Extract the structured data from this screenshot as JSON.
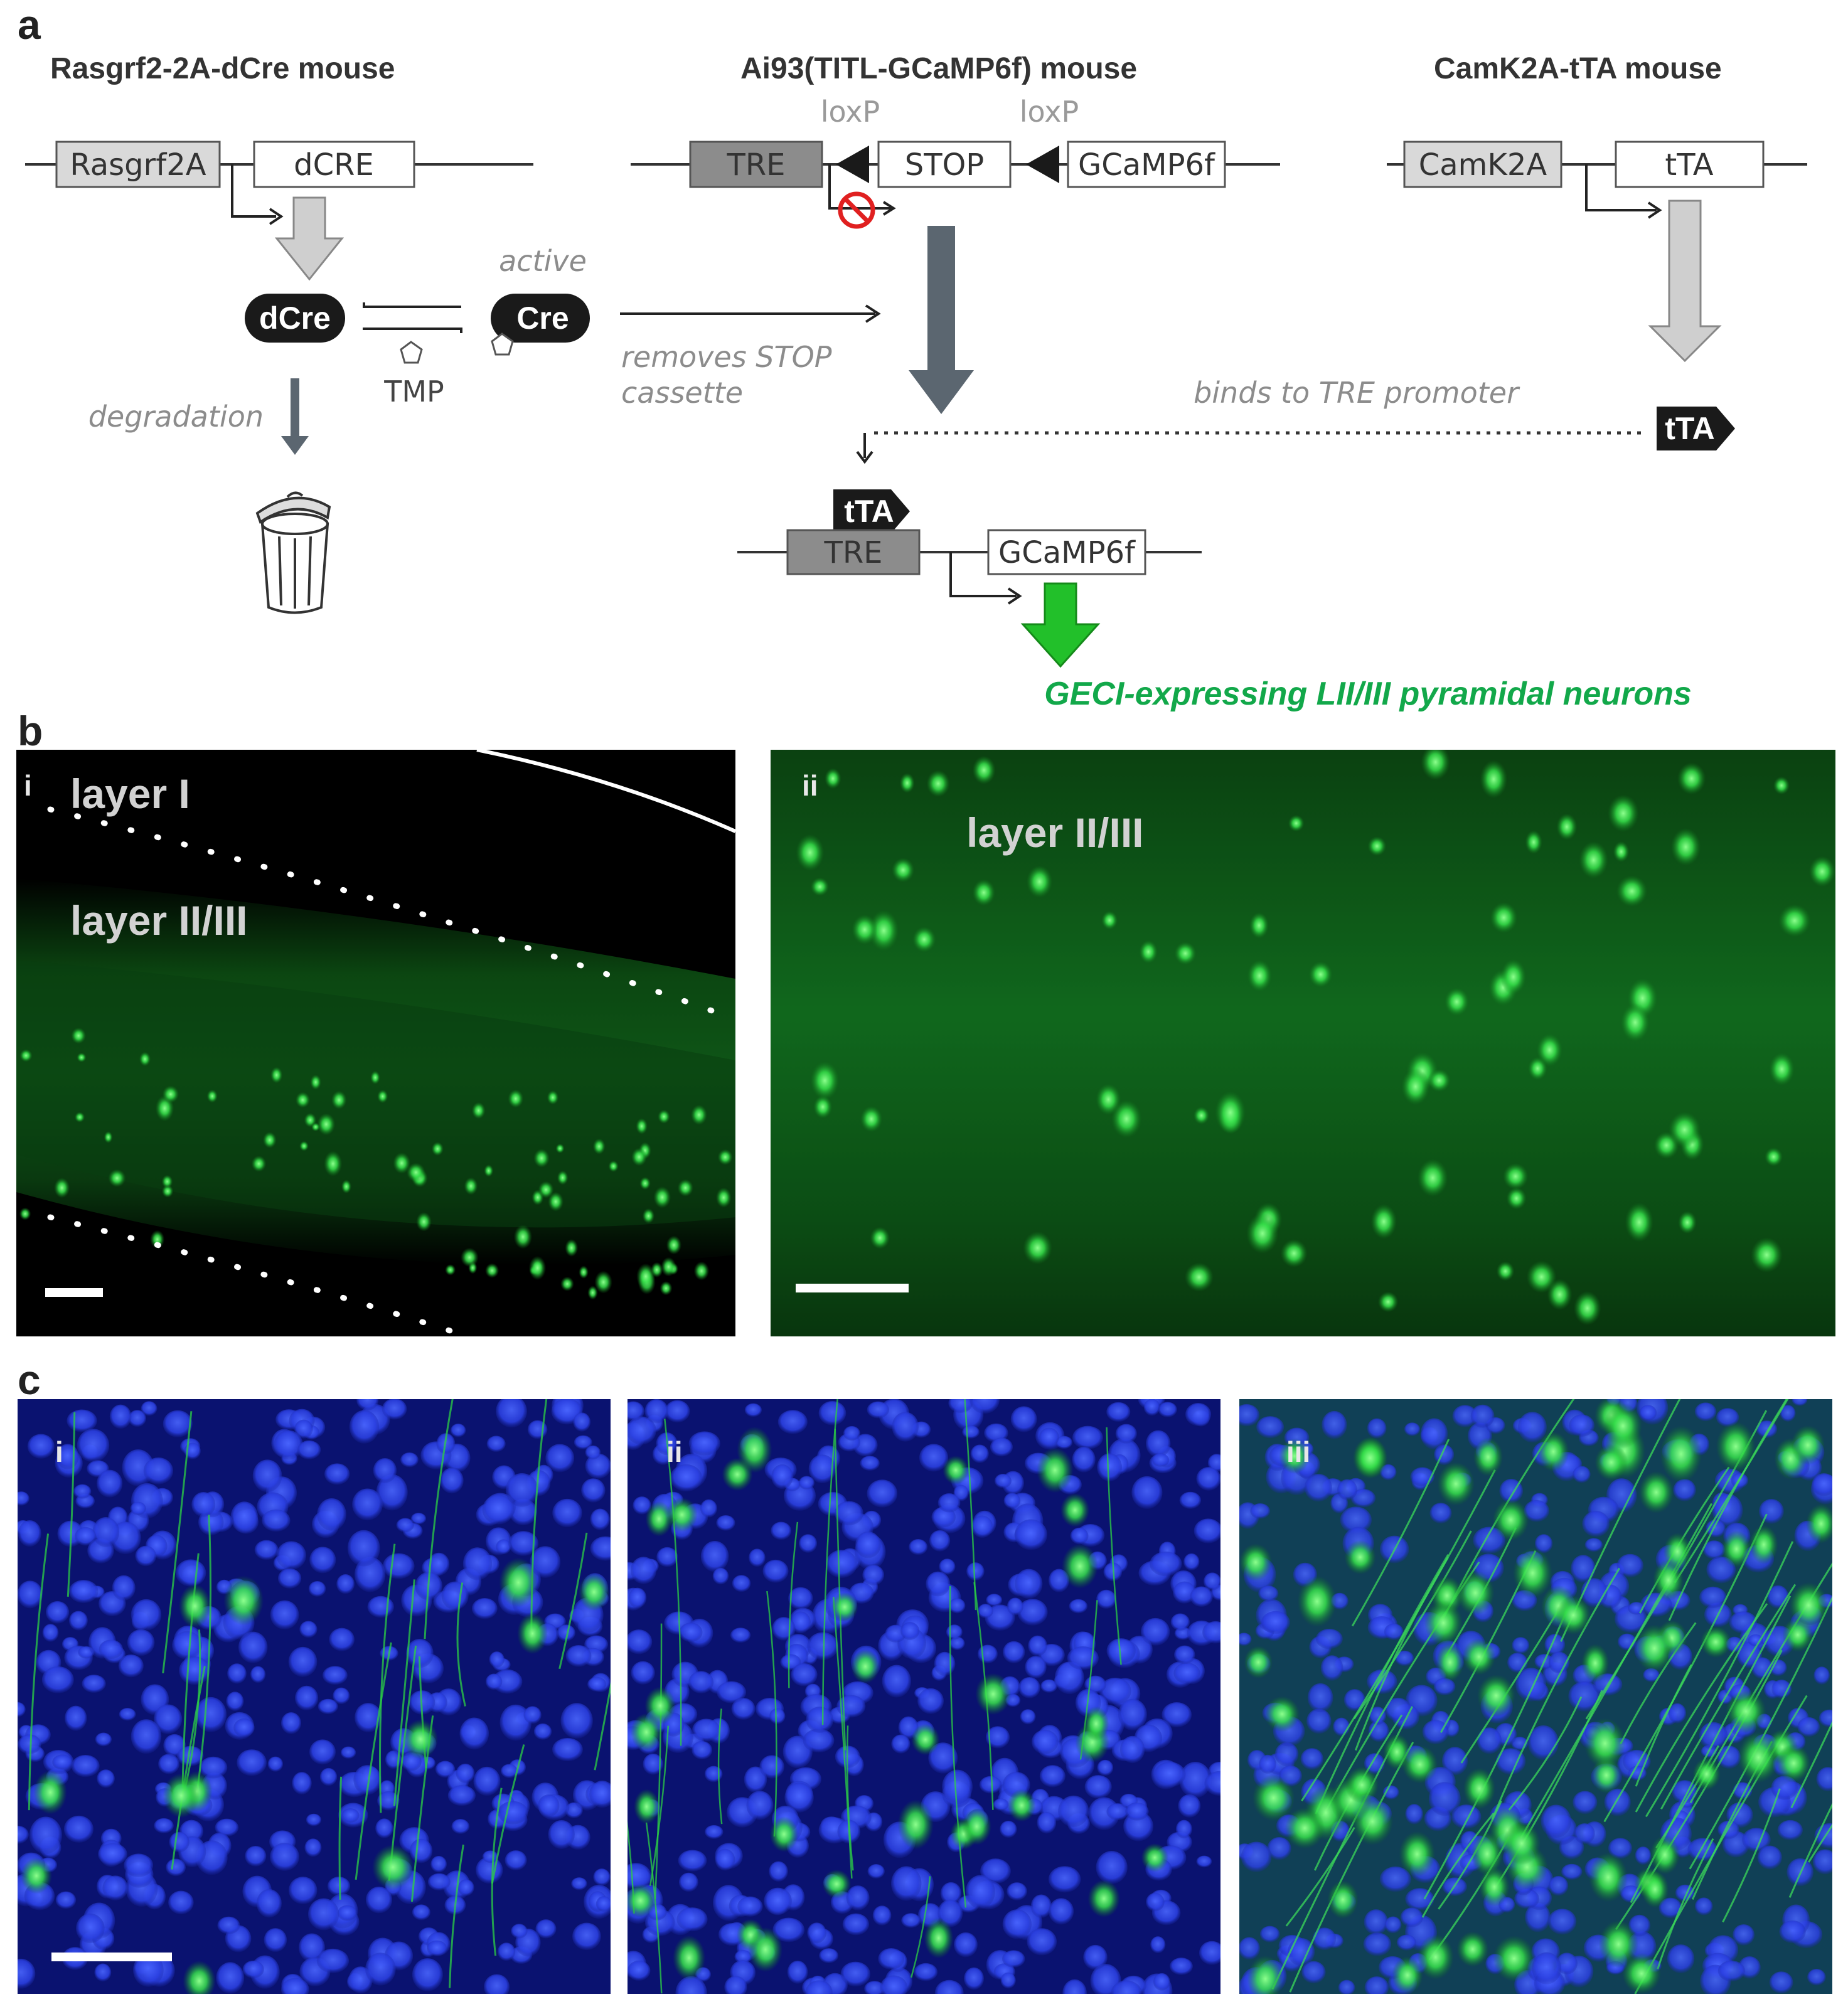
{
  "panel_a": {
    "label": "a",
    "mouse1": {
      "title": "Rasgrf2-2A-dCre mouse",
      "promoter": "Rasgrf2A",
      "gene": "dCRE",
      "dcre_label": "dCre",
      "cre_label": "Cre",
      "active_label": "active",
      "tmp_label": "TMP",
      "degradation_label": "degradation",
      "removes_label_1": "removes STOP",
      "removes_label_2": "cassette"
    },
    "mouse2": {
      "title": "Ai93(TITL-GCaMP6f) mouse",
      "promoter": "TRE",
      "loxp1": "loxP",
      "loxp2": "loxP",
      "stop": "STOP",
      "gene": "GCaMP6f"
    },
    "mouse3": {
      "title": "CamK2A-tTA  mouse",
      "promoter": "CamK2A",
      "gene": "tTA",
      "tta_label": "tTA",
      "binds_label": "binds to TRE promoter"
    },
    "result": {
      "tta_label": "tTA",
      "promoter": "TRE",
      "gene": "GCaMP6f",
      "output_label": "GECI-expressing LII/III pyramidal neurons"
    }
  },
  "panel_b": {
    "label": "b",
    "i": {
      "label": "i",
      "layer1": "layer I",
      "layer23": "layer II/III"
    },
    "ii": {
      "label": "ii",
      "layer23": "layer II/III"
    }
  },
  "panel_c": {
    "label": "c",
    "i": {
      "label": "i"
    },
    "ii": {
      "label": "ii"
    },
    "iii": {
      "label": "iii"
    }
  },
  "colors": {
    "gfp_green": "#33e050",
    "dapi_blue": "#1a2fd0",
    "output_green": "#12a84a",
    "arrow_green": "#22c02a",
    "arrow_slate": "#5b6670",
    "arrow_grey": "#c8c8c8",
    "pill_black": "#1a1a1a",
    "stop_red": "#e02020"
  }
}
